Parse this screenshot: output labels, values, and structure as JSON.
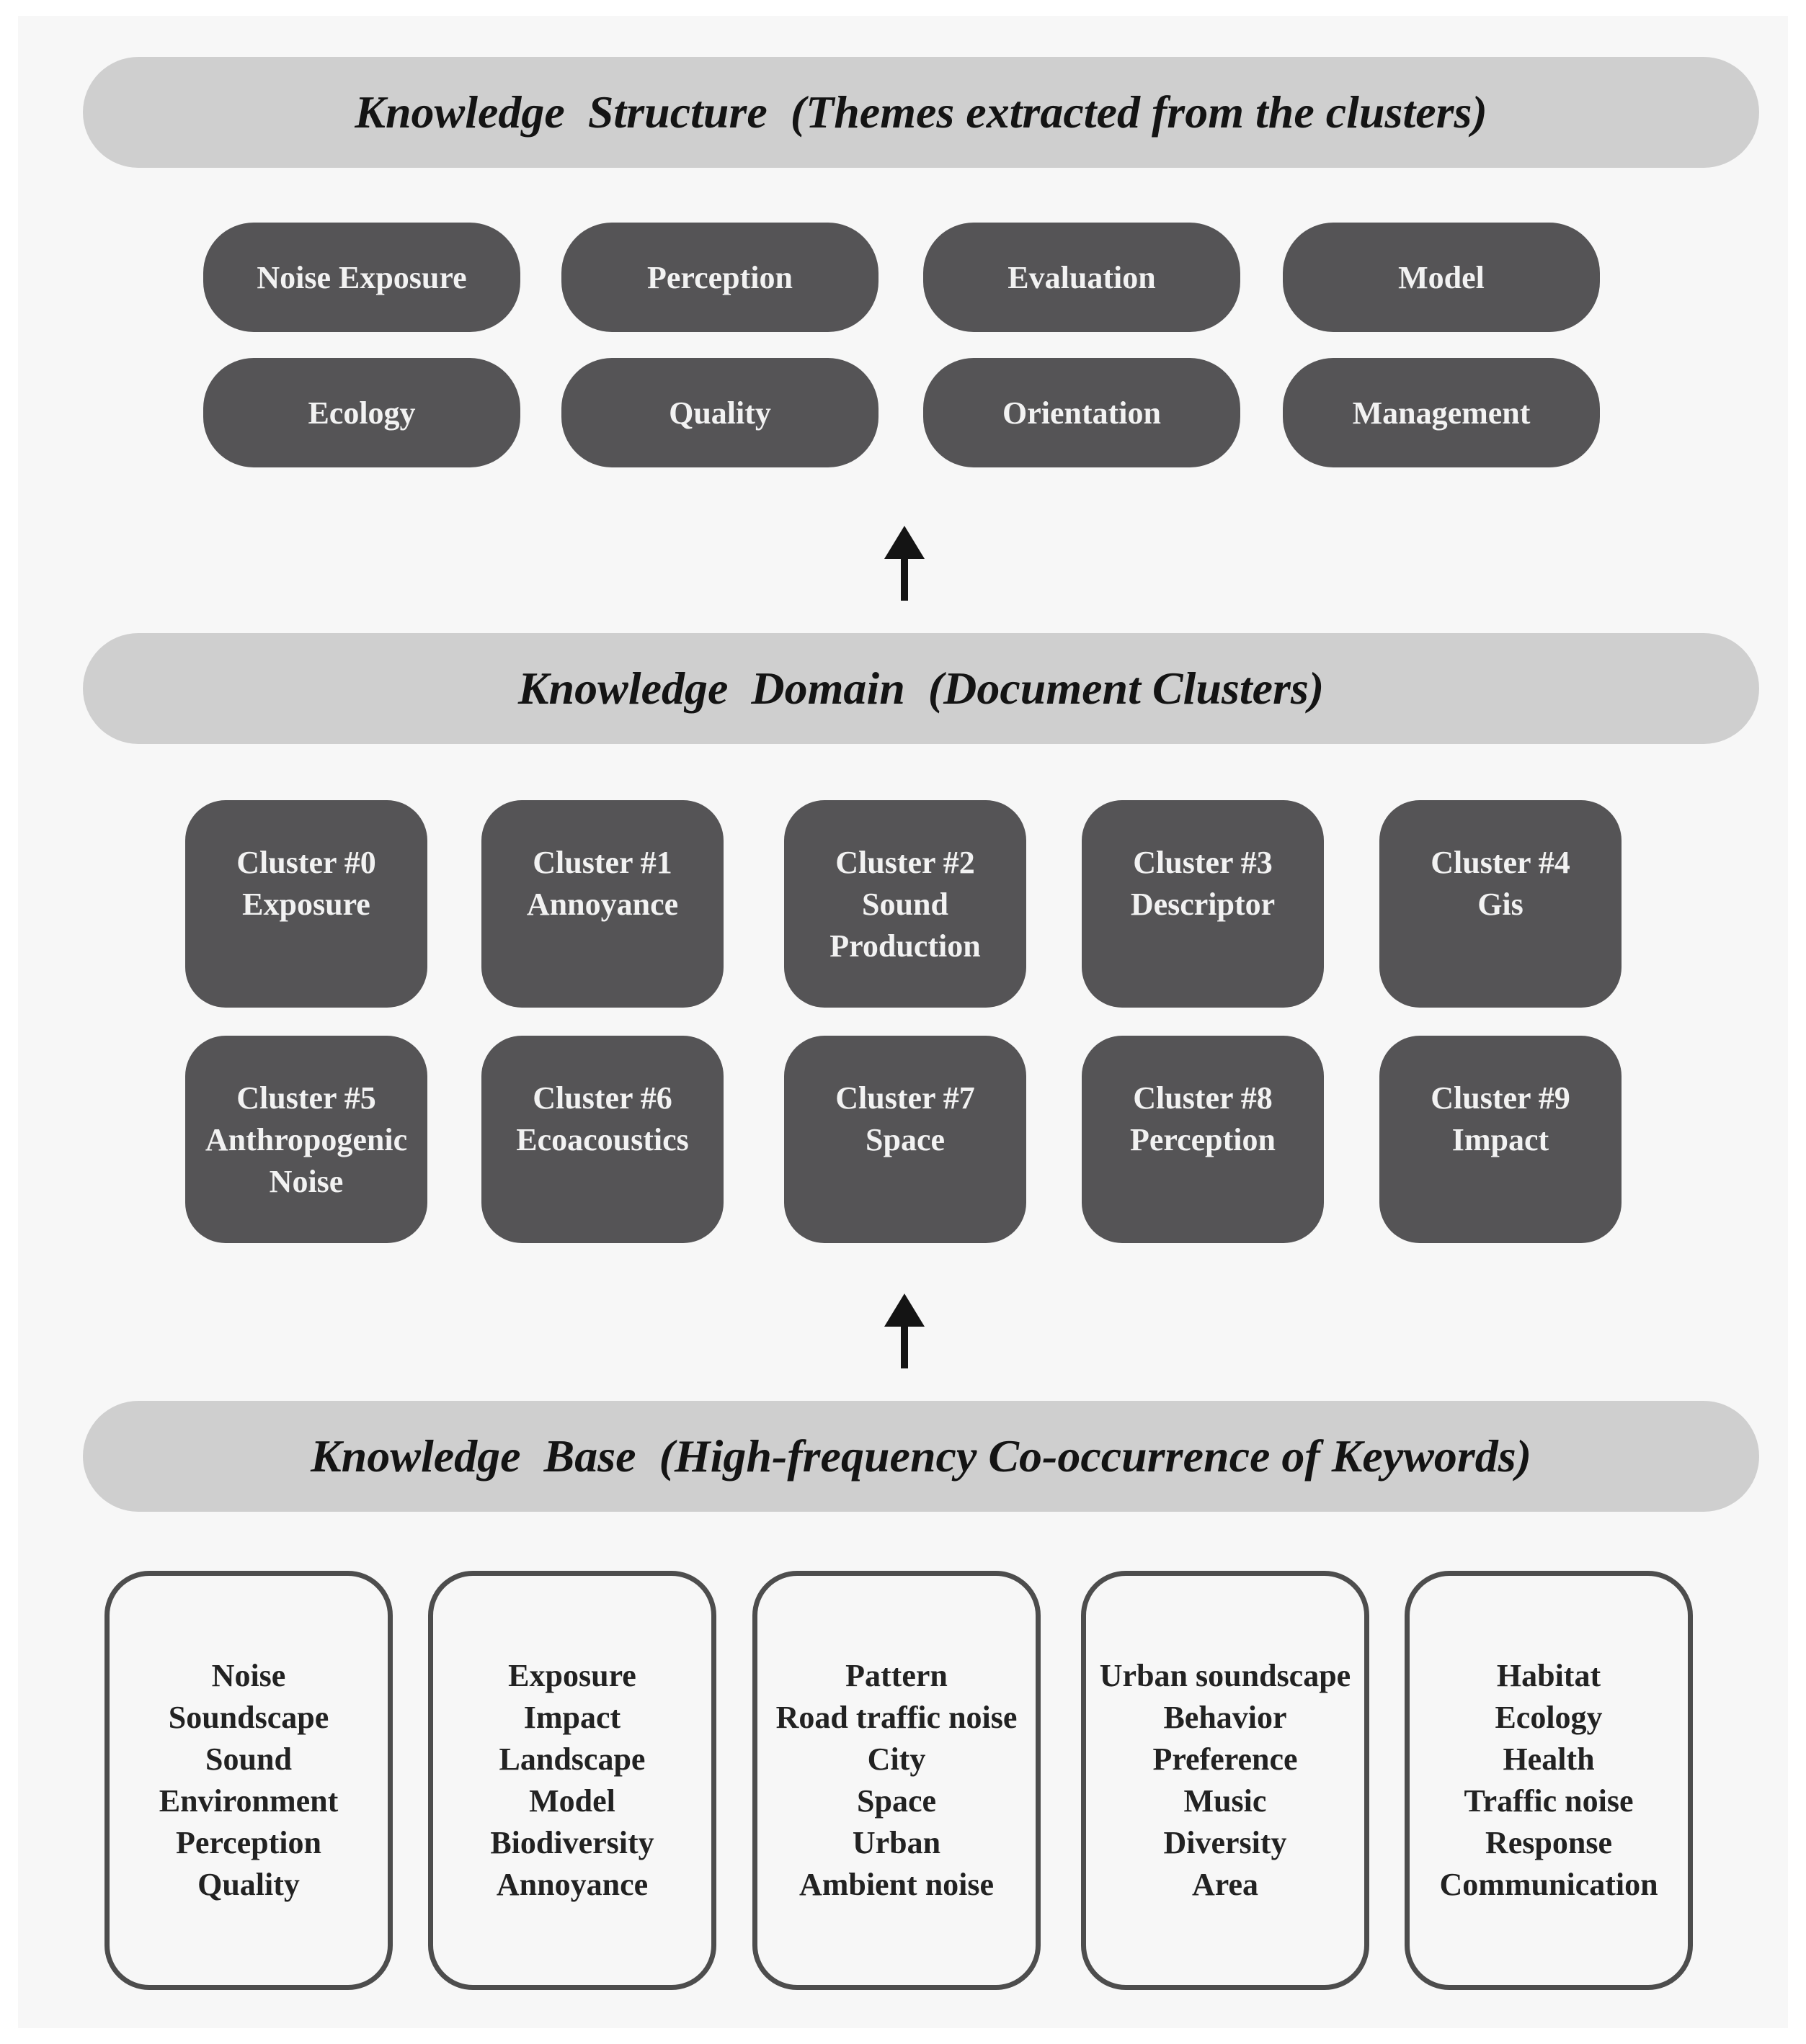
{
  "structure": {
    "title": "Knowledge  Structure  (Themes extracted from the clusters)",
    "themes": [
      "Noise Exposure",
      "Perception",
      "Evaluation",
      "Model",
      "Ecology",
      "Quality",
      "Orientation",
      "Management"
    ]
  },
  "domain": {
    "title": "Knowledge  Domain  (Document Clusters)",
    "clusters": [
      {
        "id": "Cluster #0",
        "label_lines": [
          "Exposure"
        ]
      },
      {
        "id": "Cluster #1",
        "label_lines": [
          "Annoyance"
        ]
      },
      {
        "id": "Cluster #2",
        "label_lines": [
          "Sound",
          "Production"
        ]
      },
      {
        "id": "Cluster #3",
        "label_lines": [
          "Descriptor"
        ]
      },
      {
        "id": "Cluster #4",
        "label_lines": [
          "Gis"
        ]
      },
      {
        "id": "Cluster #5",
        "label_lines": [
          "Anthropogenic",
          "Noise"
        ]
      },
      {
        "id": "Cluster #6",
        "label_lines": [
          "Ecoacoustics"
        ]
      },
      {
        "id": "Cluster #7",
        "label_lines": [
          "Space"
        ]
      },
      {
        "id": "Cluster #8",
        "label_lines": [
          "Perception"
        ]
      },
      {
        "id": "Cluster #9",
        "label_lines": [
          "Impact"
        ]
      }
    ]
  },
  "base": {
    "title": "Knowledge  Base  (High-frequency Co-occurrence of Keywords)",
    "groups": [
      [
        "Noise",
        "Soundscape",
        "Sound",
        "Environment",
        "Perception",
        "Quality"
      ],
      [
        "Exposure",
        "Impact",
        "Landscape",
        "Model",
        "Biodiversity",
        "Annoyance"
      ],
      [
        "Pattern",
        "Road traffic noise",
        "City",
        "Space",
        "Urban",
        "Ambient noise"
      ],
      [
        "Urban soundscape",
        "Behavior",
        "Preference",
        "Music",
        "Diversity",
        "Area"
      ],
      [
        "Habitat",
        "Ecology",
        "Health",
        "Traffic noise",
        "Response",
        "Communication"
      ]
    ]
  },
  "colors": {
    "band": "#cfcfcf",
    "box": "#555456",
    "box_text": "#f2f2f2",
    "outline": "#4d4d4d",
    "arrow": "#141414"
  }
}
